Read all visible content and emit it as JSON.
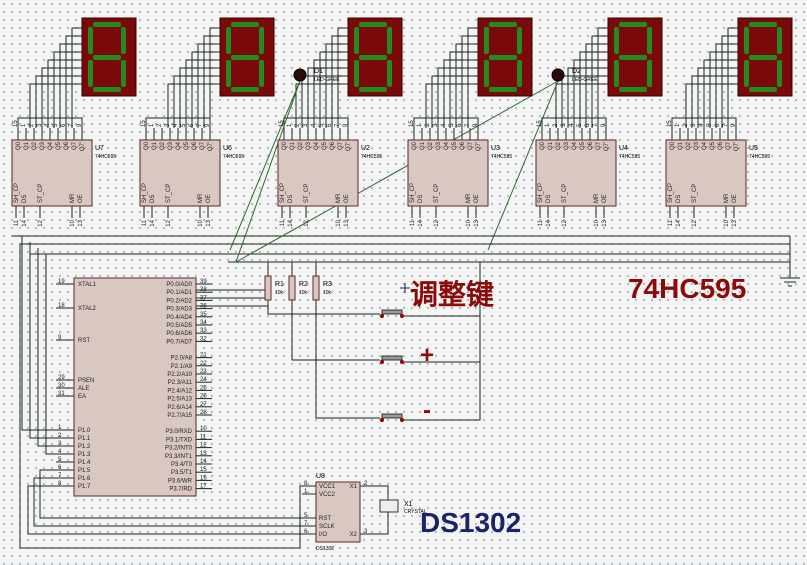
{
  "displays": [
    {
      "id": "disp1",
      "digit": "8"
    },
    {
      "id": "disp2",
      "digit": "8"
    },
    {
      "id": "disp3",
      "digit": "8"
    },
    {
      "id": "disp4",
      "digit": "8"
    },
    {
      "id": "disp5",
      "digit": "8"
    },
    {
      "id": "disp6",
      "digit": "8"
    }
  ],
  "leds": [
    {
      "ref": "D1",
      "value": "LED-GREE"
    },
    {
      "ref": "D2",
      "value": "LED-GREE"
    }
  ],
  "shift_registers": {
    "part": "74HC595",
    "refs": [
      "U7",
      "U6",
      "U2",
      "U3",
      "U4",
      "U5"
    ],
    "top_pins": [
      "Q0",
      "Q1",
      "Q2",
      "Q3",
      "Q4",
      "Q5",
      "Q6",
      "Q7"
    ],
    "top_pin_numbers": [
      "15",
      "1",
      "2",
      "3",
      "4",
      "5",
      "6",
      "7"
    ],
    "bottom_pins": [
      "SH_CP",
      "DS",
      "ST_CP",
      "MR",
      "OE"
    ],
    "bottom_pin_numbers": [
      "11",
      "14",
      "12",
      "10",
      "13"
    ],
    "q7_out": {
      "name": "Q7'",
      "number": "9"
    }
  },
  "mcu": {
    "left_pins": [
      {
        "num": "19",
        "name": "XTAL1"
      },
      {
        "num": "18",
        "name": "XTAL2"
      },
      {
        "num": "9",
        "name": "RST"
      },
      {
        "num": "29",
        "name": "PSEN"
      },
      {
        "num": "30",
        "name": "ALE"
      },
      {
        "num": "31",
        "name": "EA"
      },
      {
        "num": "1",
        "name": "P1.0"
      },
      {
        "num": "2",
        "name": "P1.1"
      },
      {
        "num": "3",
        "name": "P1.2"
      },
      {
        "num": "4",
        "name": "P1.3"
      },
      {
        "num": "5",
        "name": "P1.4"
      },
      {
        "num": "6",
        "name": "P1.5"
      },
      {
        "num": "7",
        "name": "P1.6"
      },
      {
        "num": "8",
        "name": "P1.7"
      }
    ],
    "right_pins": [
      {
        "num": "39",
        "name": "P0.0/AD0"
      },
      {
        "num": "38",
        "name": "P0.1/AD1"
      },
      {
        "num": "37",
        "name": "P0.2/AD2"
      },
      {
        "num": "36",
        "name": "P0.3/AD3"
      },
      {
        "num": "35",
        "name": "P0.4/AD4"
      },
      {
        "num": "34",
        "name": "P0.5/AD5"
      },
      {
        "num": "33",
        "name": "P0.6/AD6"
      },
      {
        "num": "32",
        "name": "P0.7/AD7"
      },
      {
        "num": "21",
        "name": "P2.0/A8"
      },
      {
        "num": "22",
        "name": "P2.1/A9"
      },
      {
        "num": "23",
        "name": "P2.2/A10"
      },
      {
        "num": "24",
        "name": "P2.3/A11"
      },
      {
        "num": "25",
        "name": "P2.4/A12"
      },
      {
        "num": "26",
        "name": "P2.5/A13"
      },
      {
        "num": "27",
        "name": "P2.6/A14"
      },
      {
        "num": "28",
        "name": "P2.7/A15"
      },
      {
        "num": "10",
        "name": "P3.0/RXD"
      },
      {
        "num": "11",
        "name": "P3.1/TXD"
      },
      {
        "num": "12",
        "name": "P3.2/INT0"
      },
      {
        "num": "13",
        "name": "P3.3/INT1"
      },
      {
        "num": "14",
        "name": "P3.4/T0"
      },
      {
        "num": "15",
        "name": "P3.5/T1"
      },
      {
        "num": "16",
        "name": "P3.6/WR"
      },
      {
        "num": "17",
        "name": "P3.7/RD"
      }
    ]
  },
  "resistors": [
    {
      "ref": "R1",
      "value": "10k"
    },
    {
      "ref": "R2",
      "value": "10k"
    },
    {
      "ref": "R3",
      "value": "10k"
    }
  ],
  "rtc": {
    "ref": "U8",
    "part": "DS1302",
    "pins": [
      {
        "num": "8",
        "name": "VCC1"
      },
      {
        "num": "1",
        "name": "VCC2"
      },
      {
        "num": "5",
        "name": "RST"
      },
      {
        "num": "7",
        "name": "SCLK"
      },
      {
        "num": "6",
        "name": "I/O"
      },
      {
        "num": "2",
        "name": "X1"
      },
      {
        "num": "3",
        "name": "X2"
      }
    ]
  },
  "crystal": {
    "ref": "X1",
    "value": "CRYSTAL"
  },
  "annotations": {
    "adjust_key": "调整键",
    "plus": "+",
    "minus": "-",
    "shift_reg_title": "74HC595",
    "rtc_title": "DS1302"
  },
  "colors": {
    "display_body": "#7a0a0a",
    "segment_on": "#238a1f",
    "chip_fill": "#d9c7c2",
    "chip_border": "#5a2a2a",
    "title_red": "#8b0a0a",
    "title_dark": "#1a2466"
  }
}
